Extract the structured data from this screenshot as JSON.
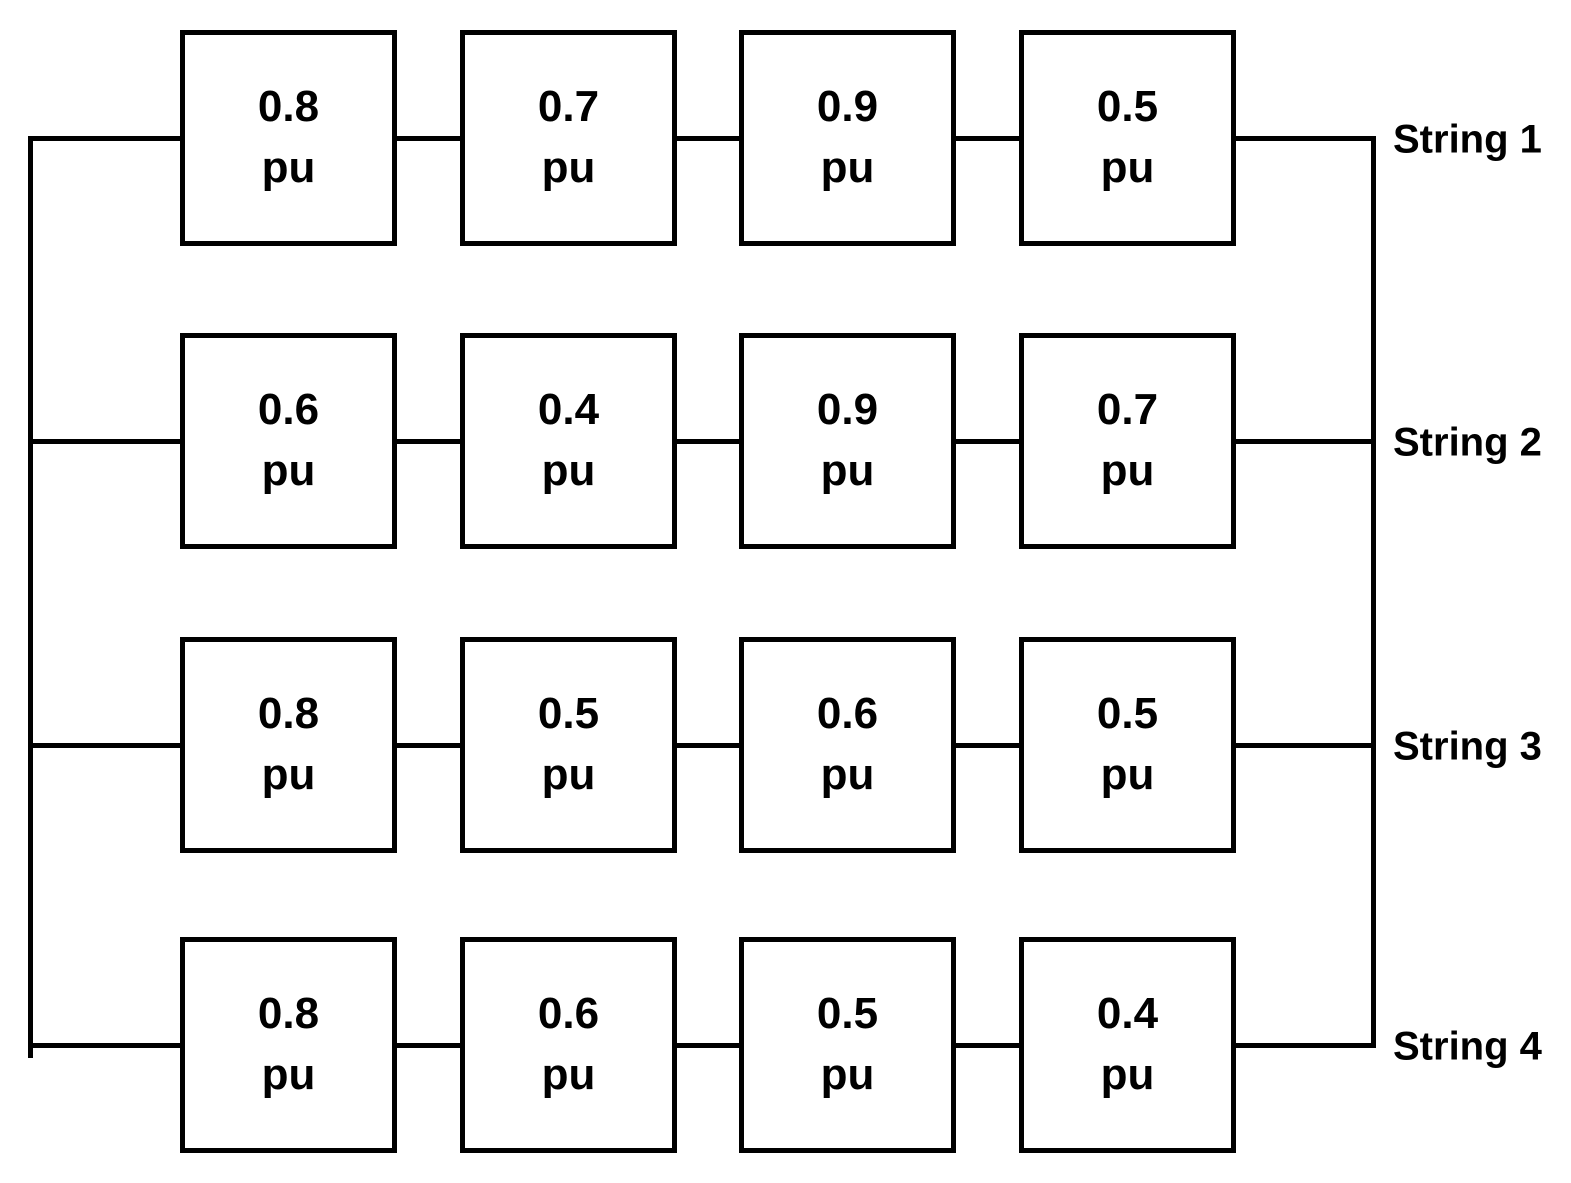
{
  "diagram": {
    "unit": "pu",
    "strings": [
      {
        "label": "String 1",
        "values": [
          "0.8",
          "0.7",
          "0.9",
          "0.5"
        ]
      },
      {
        "label": "String 2",
        "values": [
          "0.6",
          "0.4",
          "0.9",
          "0.7"
        ]
      },
      {
        "label": "String 3",
        "values": [
          "0.8",
          "0.5",
          "0.6",
          "0.5"
        ]
      },
      {
        "label": "String 4",
        "values": [
          "0.8",
          "0.6",
          "0.5",
          "0.4"
        ]
      }
    ],
    "wire_color": "#000000",
    "module_fill": "#ffffff"
  }
}
